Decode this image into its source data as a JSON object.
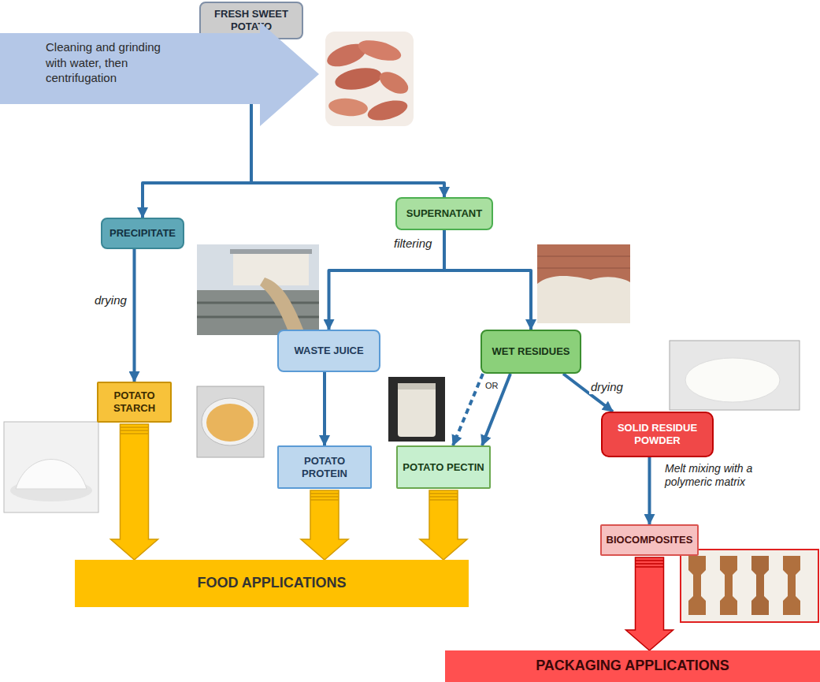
{
  "diagram": {
    "nodes": [
      {
        "text": [
          "FRESH SWEET POTATO"
        ]
      },
      {
        "text": [
          "Cleaning and grinding with water, then centrifugation"
        ]
      },
      {
        "text": [
          "PRECIPITATE"
        ]
      },
      {
        "text": [
          "SUPERNATANT"
        ]
      },
      {
        "text": [
          "WASTE JUICE"
        ]
      },
      {
        "text": [
          "WET RESIDUES"
        ]
      },
      {
        "text": [
          "POTATO STARCH"
        ]
      },
      {
        "text": [
          "POTATO PROTEIN"
        ]
      },
      {
        "text": [
          "POTATO PECTIN"
        ]
      },
      {
        "text": [
          "SOLID RESIDUE POWDER"
        ]
      },
      {
        "text": [
          "BIOCOMPOSITES"
        ]
      },
      {
        "text": [
          "FOOD APPLICATIONS"
        ]
      },
      {
        "text": [
          "PACKAGING APPLICATIONS"
        ]
      }
    ],
    "edges": [
      {
        "from": 0,
        "to": 2,
        "arrow": "to"
      },
      {
        "from": 0,
        "to": 3,
        "arrow": "to"
      },
      {
        "from": 2,
        "to": 6,
        "arrow": "to"
      },
      {
        "from": 3,
        "to": 4,
        "arrow": "to"
      },
      {
        "from": 3,
        "to": 5,
        "arrow": "to"
      },
      {
        "from": 4,
        "to": 7,
        "arrow": "to"
      },
      {
        "from": 5,
        "to": 8,
        "arrow": "to"
      },
      {
        "from": 5,
        "to": 8,
        "arrow": "to"
      },
      {
        "from": 5,
        "to": 9,
        "arrow": "to"
      },
      {
        "from": 9,
        "to": 10,
        "arrow": "to"
      },
      {
        "from": 6,
        "to": 11,
        "arrow": "to"
      },
      {
        "from": 7,
        "to": 11,
        "arrow": "to"
      },
      {
        "from": 8,
        "to": 11,
        "arrow": "to"
      },
      {
        "from": 10,
        "to": 12,
        "arrow": "to"
      }
    ],
    "labels": [
      "drying",
      "filtering",
      "OR",
      "drying",
      "Melt mixing with a polymeric matrix"
    ]
  }
}
